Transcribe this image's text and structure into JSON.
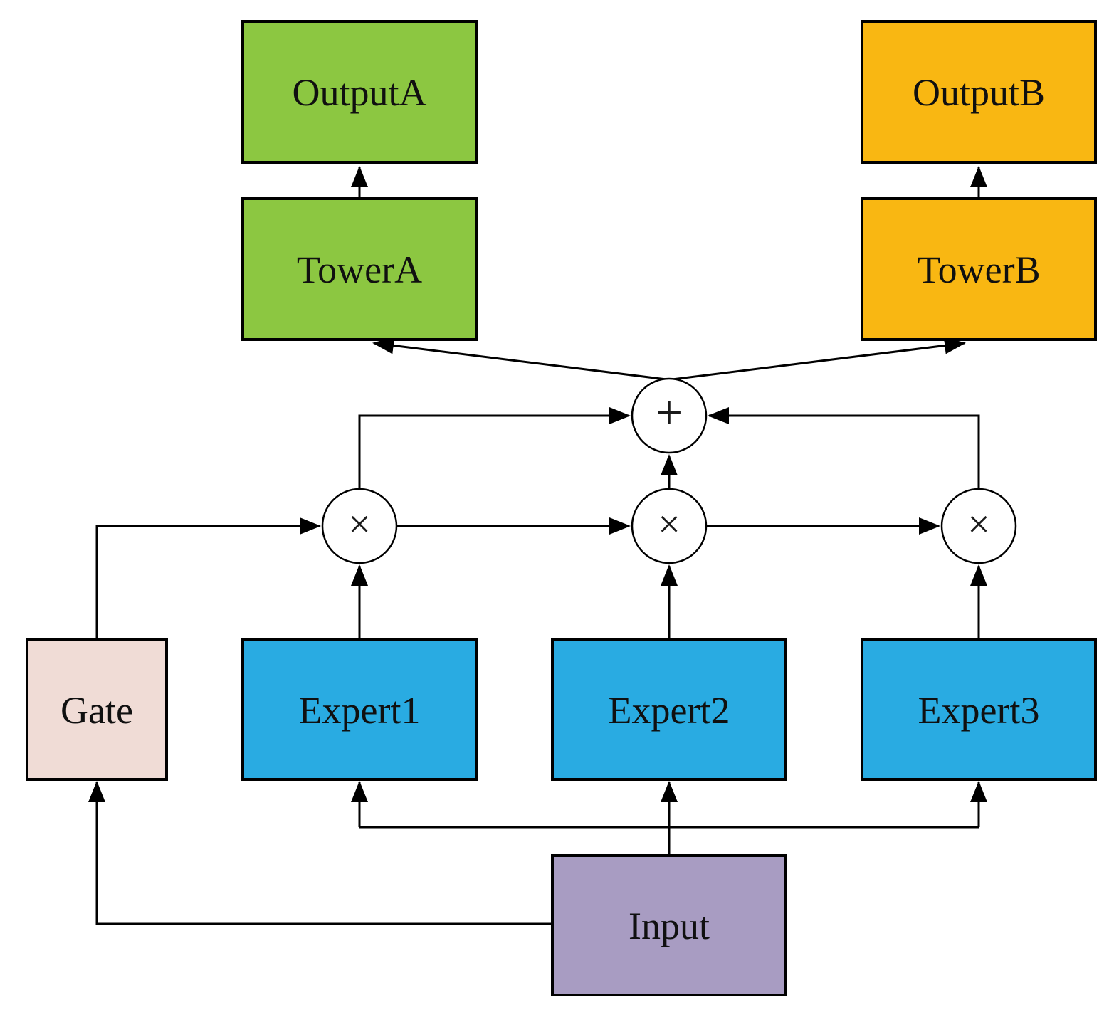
{
  "figure": {
    "background": "#ffffff",
    "line_color": "#000000",
    "text_color": "#101010"
  },
  "nodes": {
    "outputA": {
      "label": "OutputA",
      "fill": "#8CC741"
    },
    "outputB": {
      "label": "OutputB",
      "fill": "#F9B712"
    },
    "towerA": {
      "label": "TowerA",
      "fill": "#8CC741"
    },
    "towerB": {
      "label": "TowerB",
      "fill": "#F9B712"
    },
    "gate": {
      "label": "Gate",
      "fill": "#F0DCD6"
    },
    "expert1": {
      "label": "Expert1",
      "fill": "#29ABE2"
    },
    "expert2": {
      "label": "Expert2",
      "fill": "#29ABE2"
    },
    "expert3": {
      "label": "Expert3",
      "fill": "#29ABE2"
    },
    "input": {
      "label": "Input",
      "fill": "#A89CC2"
    }
  },
  "operators": {
    "sum": {
      "symbol": "+"
    },
    "mul1": {
      "symbol": "×"
    },
    "mul2": {
      "symbol": "×"
    },
    "mul3": {
      "symbol": "×"
    }
  },
  "edges": [
    {
      "from": "towerA",
      "to": "outputA"
    },
    {
      "from": "towerB",
      "to": "outputB"
    },
    {
      "from": "sum",
      "to": "towerA"
    },
    {
      "from": "sum",
      "to": "towerB"
    },
    {
      "from": "mul1",
      "to": "sum"
    },
    {
      "from": "mul2",
      "to": "sum"
    },
    {
      "from": "mul3",
      "to": "sum"
    },
    {
      "from": "gate",
      "to": "mul1"
    },
    {
      "from": "mul1",
      "to": "mul2"
    },
    {
      "from": "mul2",
      "to": "mul3"
    },
    {
      "from": "expert1",
      "to": "mul1"
    },
    {
      "from": "expert2",
      "to": "mul2"
    },
    {
      "from": "expert3",
      "to": "mul3"
    },
    {
      "from": "input",
      "to": "expert1"
    },
    {
      "from": "input",
      "to": "expert2"
    },
    {
      "from": "input",
      "to": "expert3"
    },
    {
      "from": "input",
      "to": "gate"
    }
  ]
}
